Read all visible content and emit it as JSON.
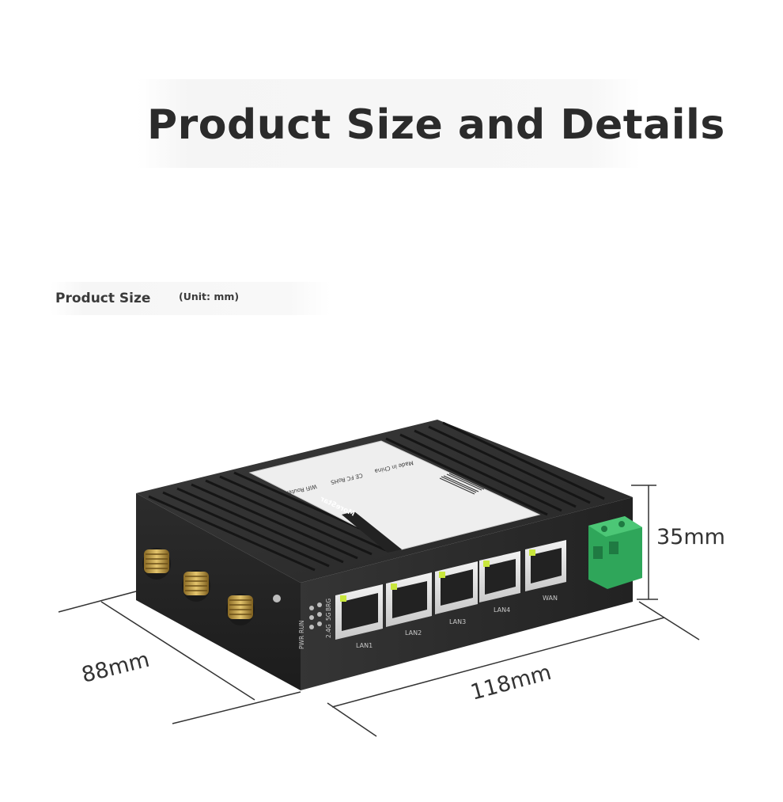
{
  "header": {
    "title": "Product Size and Details"
  },
  "section": {
    "title": "Product Size",
    "unit": "(Unit: mm)"
  },
  "dimensions": {
    "height": "35mm",
    "depth": "88mm",
    "width": "118mm"
  },
  "device": {
    "brand": "MoreStar",
    "product_label": "WiFi Router",
    "origin": "Made in China",
    "certifications": "CE FC RoHS",
    "ports": [
      "LAN1",
      "LAN2",
      "LAN3",
      "LAN4",
      "WAN"
    ],
    "led_labels": [
      "PWR",
      "RUN",
      "2.4G",
      "5G",
      "BRG"
    ]
  },
  "colors": {
    "title_text": "#2b2b2b",
    "device_body": "#2e2e2e",
    "terminal_block": "#2fa65a",
    "port_led": "#c8e63c",
    "antenna": "#c9a24a"
  }
}
